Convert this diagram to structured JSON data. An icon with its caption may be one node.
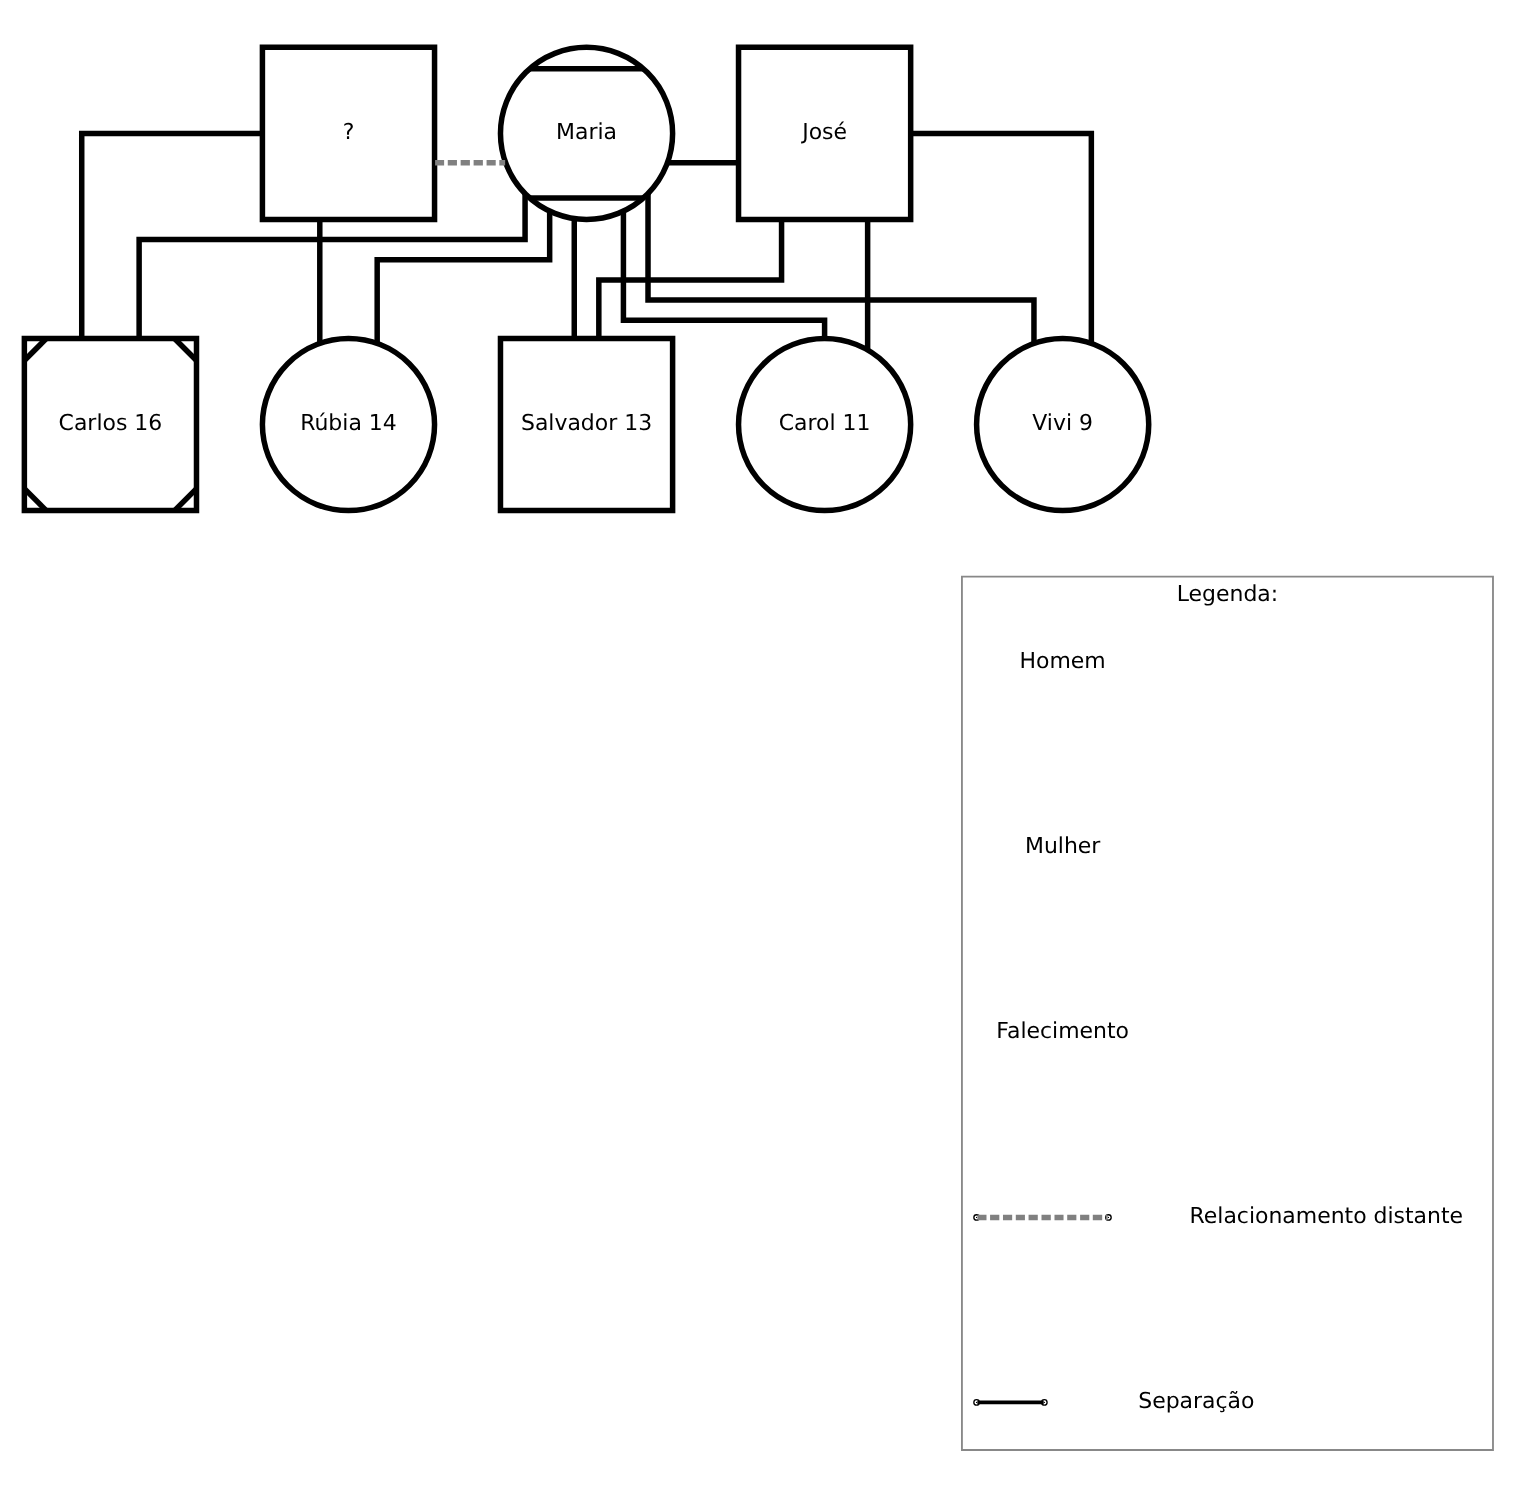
{
  "diagram": {
    "nodes": [
      {
        "text": [
          "?"
        ]
      },
      {
        "text": [
          "Maria"
        ]
      },
      {
        "text": [
          "José"
        ]
      },
      {
        "text": [
          "Carlos 16"
        ]
      },
      {
        "text": [
          "Rúbia 14"
        ]
      },
      {
        "text": [
          "Salvador 13"
        ]
      },
      {
        "text": [
          "Carol 11"
        ]
      },
      {
        "text": [
          "Vivi 9"
        ]
      },
      {
        "text": [
          "Legenda:"
        ]
      }
    ],
    "edges": [
      {
        "from": 0,
        "to": 1,
        "arrow": "none",
        "style": "dashed",
        "color": "#808080"
      },
      {
        "from": 1,
        "to": 2,
        "arrow": "none"
      },
      {
        "from": 0,
        "to": 3,
        "arrow": "none"
      },
      {
        "from": 0,
        "to": 4,
        "arrow": "none"
      },
      {
        "from": 1,
        "to": 3,
        "arrow": "none"
      },
      {
        "from": 1,
        "to": 4,
        "arrow": "none"
      },
      {
        "from": 1,
        "to": 5,
        "arrow": "none"
      },
      {
        "from": 1,
        "to": 6,
        "arrow": "none"
      },
      {
        "from": 1,
        "to": 7,
        "arrow": "none"
      },
      {
        "from": 2,
        "to": 5,
        "arrow": "none"
      },
      {
        "from": 2,
        "to": 6,
        "arrow": "none"
      },
      {
        "from": 2,
        "to": 7,
        "arrow": "none"
      }
    ],
    "legend": [
      {
        "text": "Homem"
      },
      {
        "text": "Mulher"
      },
      {
        "text": "Falecimento"
      },
      {
        "text": "Relacionamento distante"
      },
      {
        "text": "Separação"
      }
    ]
  }
}
